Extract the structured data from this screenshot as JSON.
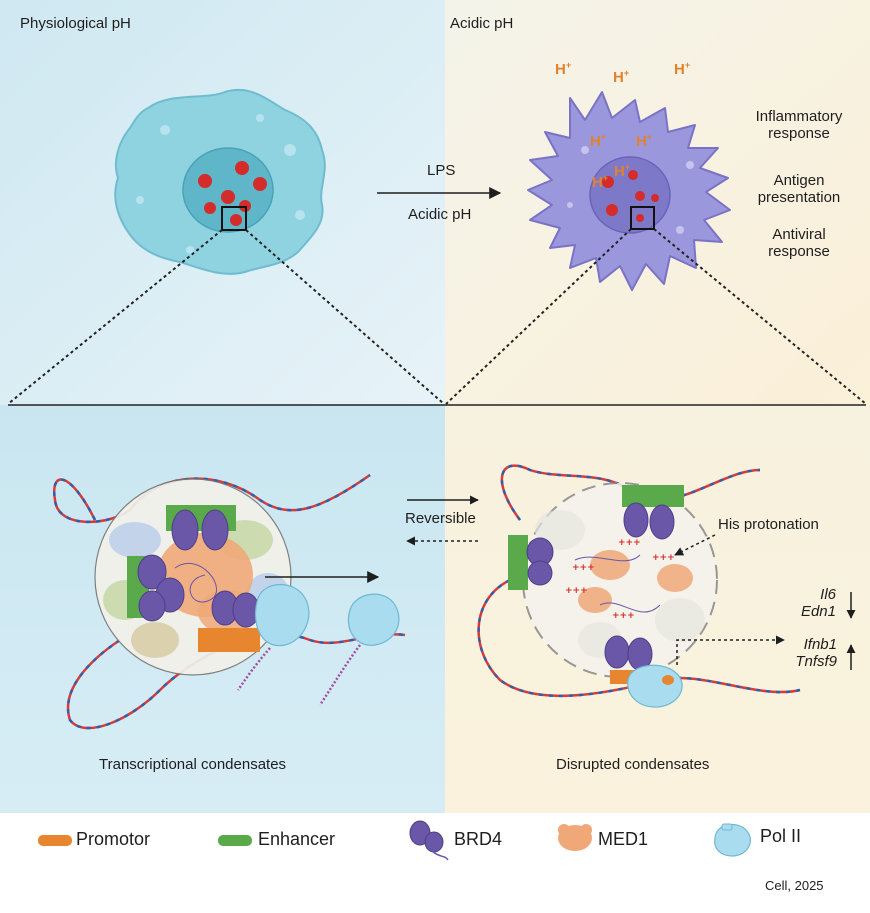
{
  "panels": {
    "top_left_title": "Physiological pH",
    "top_right_title": "Acidic pH",
    "bottom_left_caption": "Transcriptional condensates",
    "bottom_right_caption": "Disrupted condensates"
  },
  "treatment": {
    "line1": "LPS",
    "line2": "Acidic pH"
  },
  "proton_label": "H",
  "proton_charge": "+",
  "responses": [
    {
      "line1": "Inflammatory",
      "line2": "response"
    },
    {
      "line1": "Antigen",
      "line2": "presentation"
    },
    {
      "line1": "Antiviral",
      "line2": "response"
    }
  ],
  "reversible_label": "Reversible",
  "his_label": "His protonation",
  "genes_down": [
    "Il6",
    "Edn1"
  ],
  "genes_up": [
    "Ifnb1",
    "Tnfsf9"
  ],
  "legend": [
    {
      "label": "Promotor",
      "icon": "promotor-bar-icon",
      "color": "#e8862f"
    },
    {
      "label": "Enhancer",
      "icon": "enhancer-bar-icon",
      "color": "#5aa94a"
    },
    {
      "label": "BRD4",
      "icon": "brd4-protein-icon",
      "color": "#6a57a8"
    },
    {
      "label": "MED1",
      "icon": "med1-protein-icon",
      "color": "#f0a878"
    },
    {
      "label": "Pol II",
      "icon": "pol2-protein-icon",
      "color": "#a9dcef"
    }
  ],
  "citation": "Cell, 2025",
  "colors": {
    "physiological_bg": "#dff0f7",
    "acidic_bg": "#fbf2dd",
    "normal_cell": "#8fd3e0",
    "acidic_cell": "#9b97dc",
    "nucleus_dot": "#d42b2b",
    "proton": "#e0822e"
  }
}
